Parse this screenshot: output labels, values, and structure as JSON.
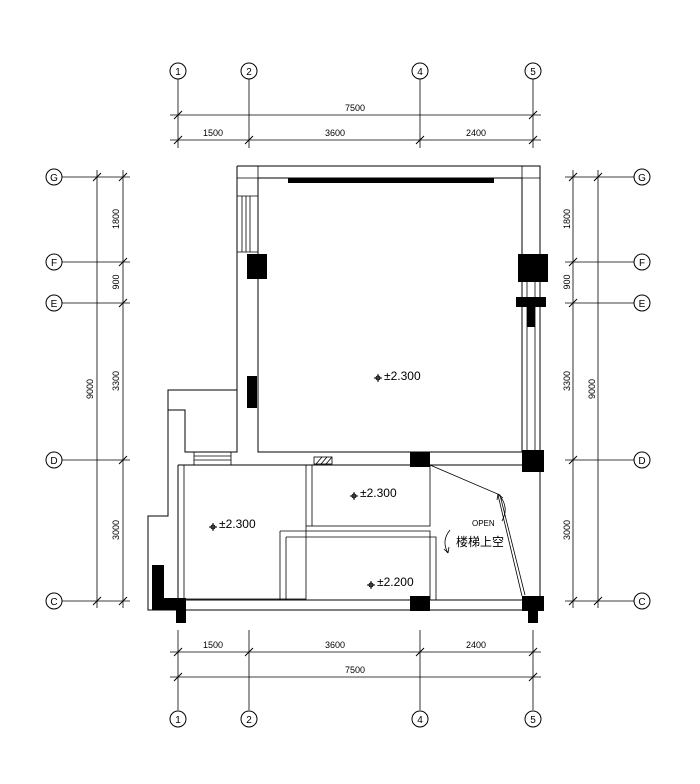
{
  "axes": {
    "top": [
      "1",
      "2",
      "4",
      "5"
    ],
    "bottom": [
      "1",
      "2",
      "4",
      "5"
    ],
    "left": [
      "G",
      "F",
      "E",
      "D",
      "C"
    ],
    "right": [
      "G",
      "F",
      "E",
      "D",
      "C"
    ]
  },
  "dimensions": {
    "top_total": "7500",
    "top_segments": [
      "1500",
      "3600",
      "2400"
    ],
    "bottom_total": "7500",
    "bottom_segments": [
      "1500",
      "3600",
      "2400"
    ],
    "left_total": "9000",
    "left_segments": [
      "1800",
      "900",
      "3300",
      "3000"
    ],
    "right_total": "9000",
    "right_segments": [
      "1800",
      "900",
      "3300",
      "3000"
    ]
  },
  "elevations": {
    "main_hall": "±2.300",
    "middle_room": "±2.300",
    "left_room": "±2.300",
    "lower_room": "±2.200"
  },
  "stair": {
    "open_label": "OPEN",
    "void_label": "楼梯上空"
  },
  "colors": {
    "line": "#000000",
    "background": "#ffffff"
  }
}
